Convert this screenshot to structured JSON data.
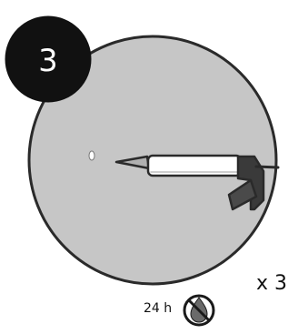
{
  "step_number": "3",
  "multiplier": "x 3",
  "drying_time": "24 h",
  "icons": {
    "tool": "caulking-gun-icon",
    "no_water": "no-water-drop-icon",
    "hole": "wall-hole-icon"
  },
  "colors": {
    "badge": "#111111",
    "circle_fill": "#c6c6c6",
    "outline": "#2a2a2a"
  }
}
